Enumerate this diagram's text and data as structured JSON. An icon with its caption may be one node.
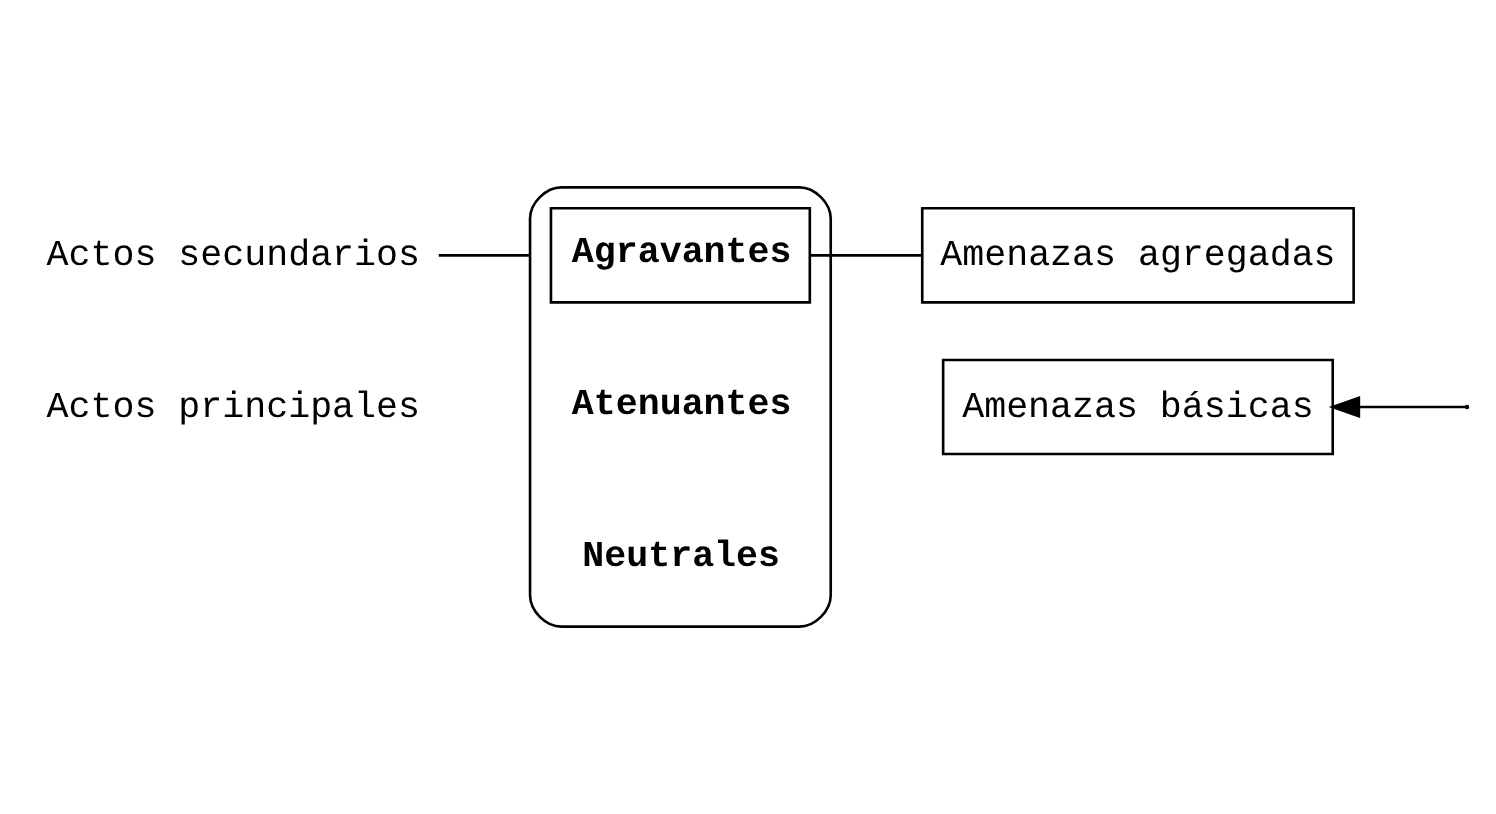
{
  "diagram": {
    "nodes": [
      {
        "text": [
          "Actos principales"
        ]
      },
      {
        "text": [
          "Amenazas básicas"
        ]
      },
      {
        "text": [
          "Actos secundarios"
        ]
      },
      {
        "text": [
          "Amenazas agregadas"
        ]
      },
      {
        "text": [],
        "shape": "box"
      },
      {
        "text": [
          "Agravantes"
        ],
        "in": 4
      },
      {
        "text": [
          "Atenuantes"
        ],
        "in": 4
      },
      {
        "text": [
          "Neutrales"
        ],
        "in": 4
      }
    ],
    "edges": [
      {
        "from": 2,
        "to": 4,
        "arrow": "none"
      },
      {
        "from": 5,
        "to": 3,
        "arrow": "none"
      },
      {
        "from": null,
        "to": 1,
        "arrow": "to"
      }
    ]
  }
}
